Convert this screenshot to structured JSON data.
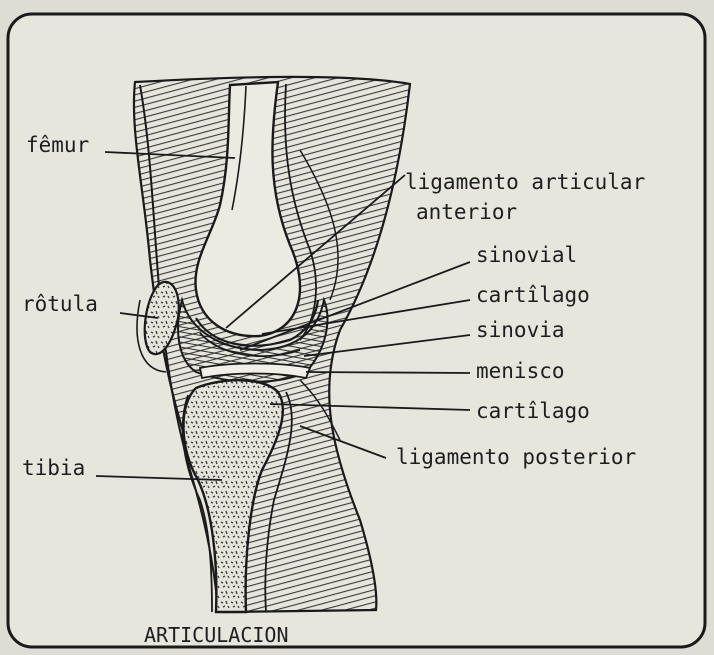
{
  "diagram": {
    "labels": {
      "femur": "fêmur",
      "rotula": "rôtula",
      "tibia": "tibia",
      "ligamento_articular_anterior_line1": "ligamento articular",
      "ligamento_articular_anterior_line2": "anterior",
      "sinovial": "sinovial",
      "cartilago_upper": "cartîlago",
      "sinovia": "sinovia",
      "menisco": "menisco",
      "cartilago_lower": "cartîlago",
      "ligamento_posterior": "ligamento posterior"
    },
    "caption": "ARTICULACION"
  }
}
